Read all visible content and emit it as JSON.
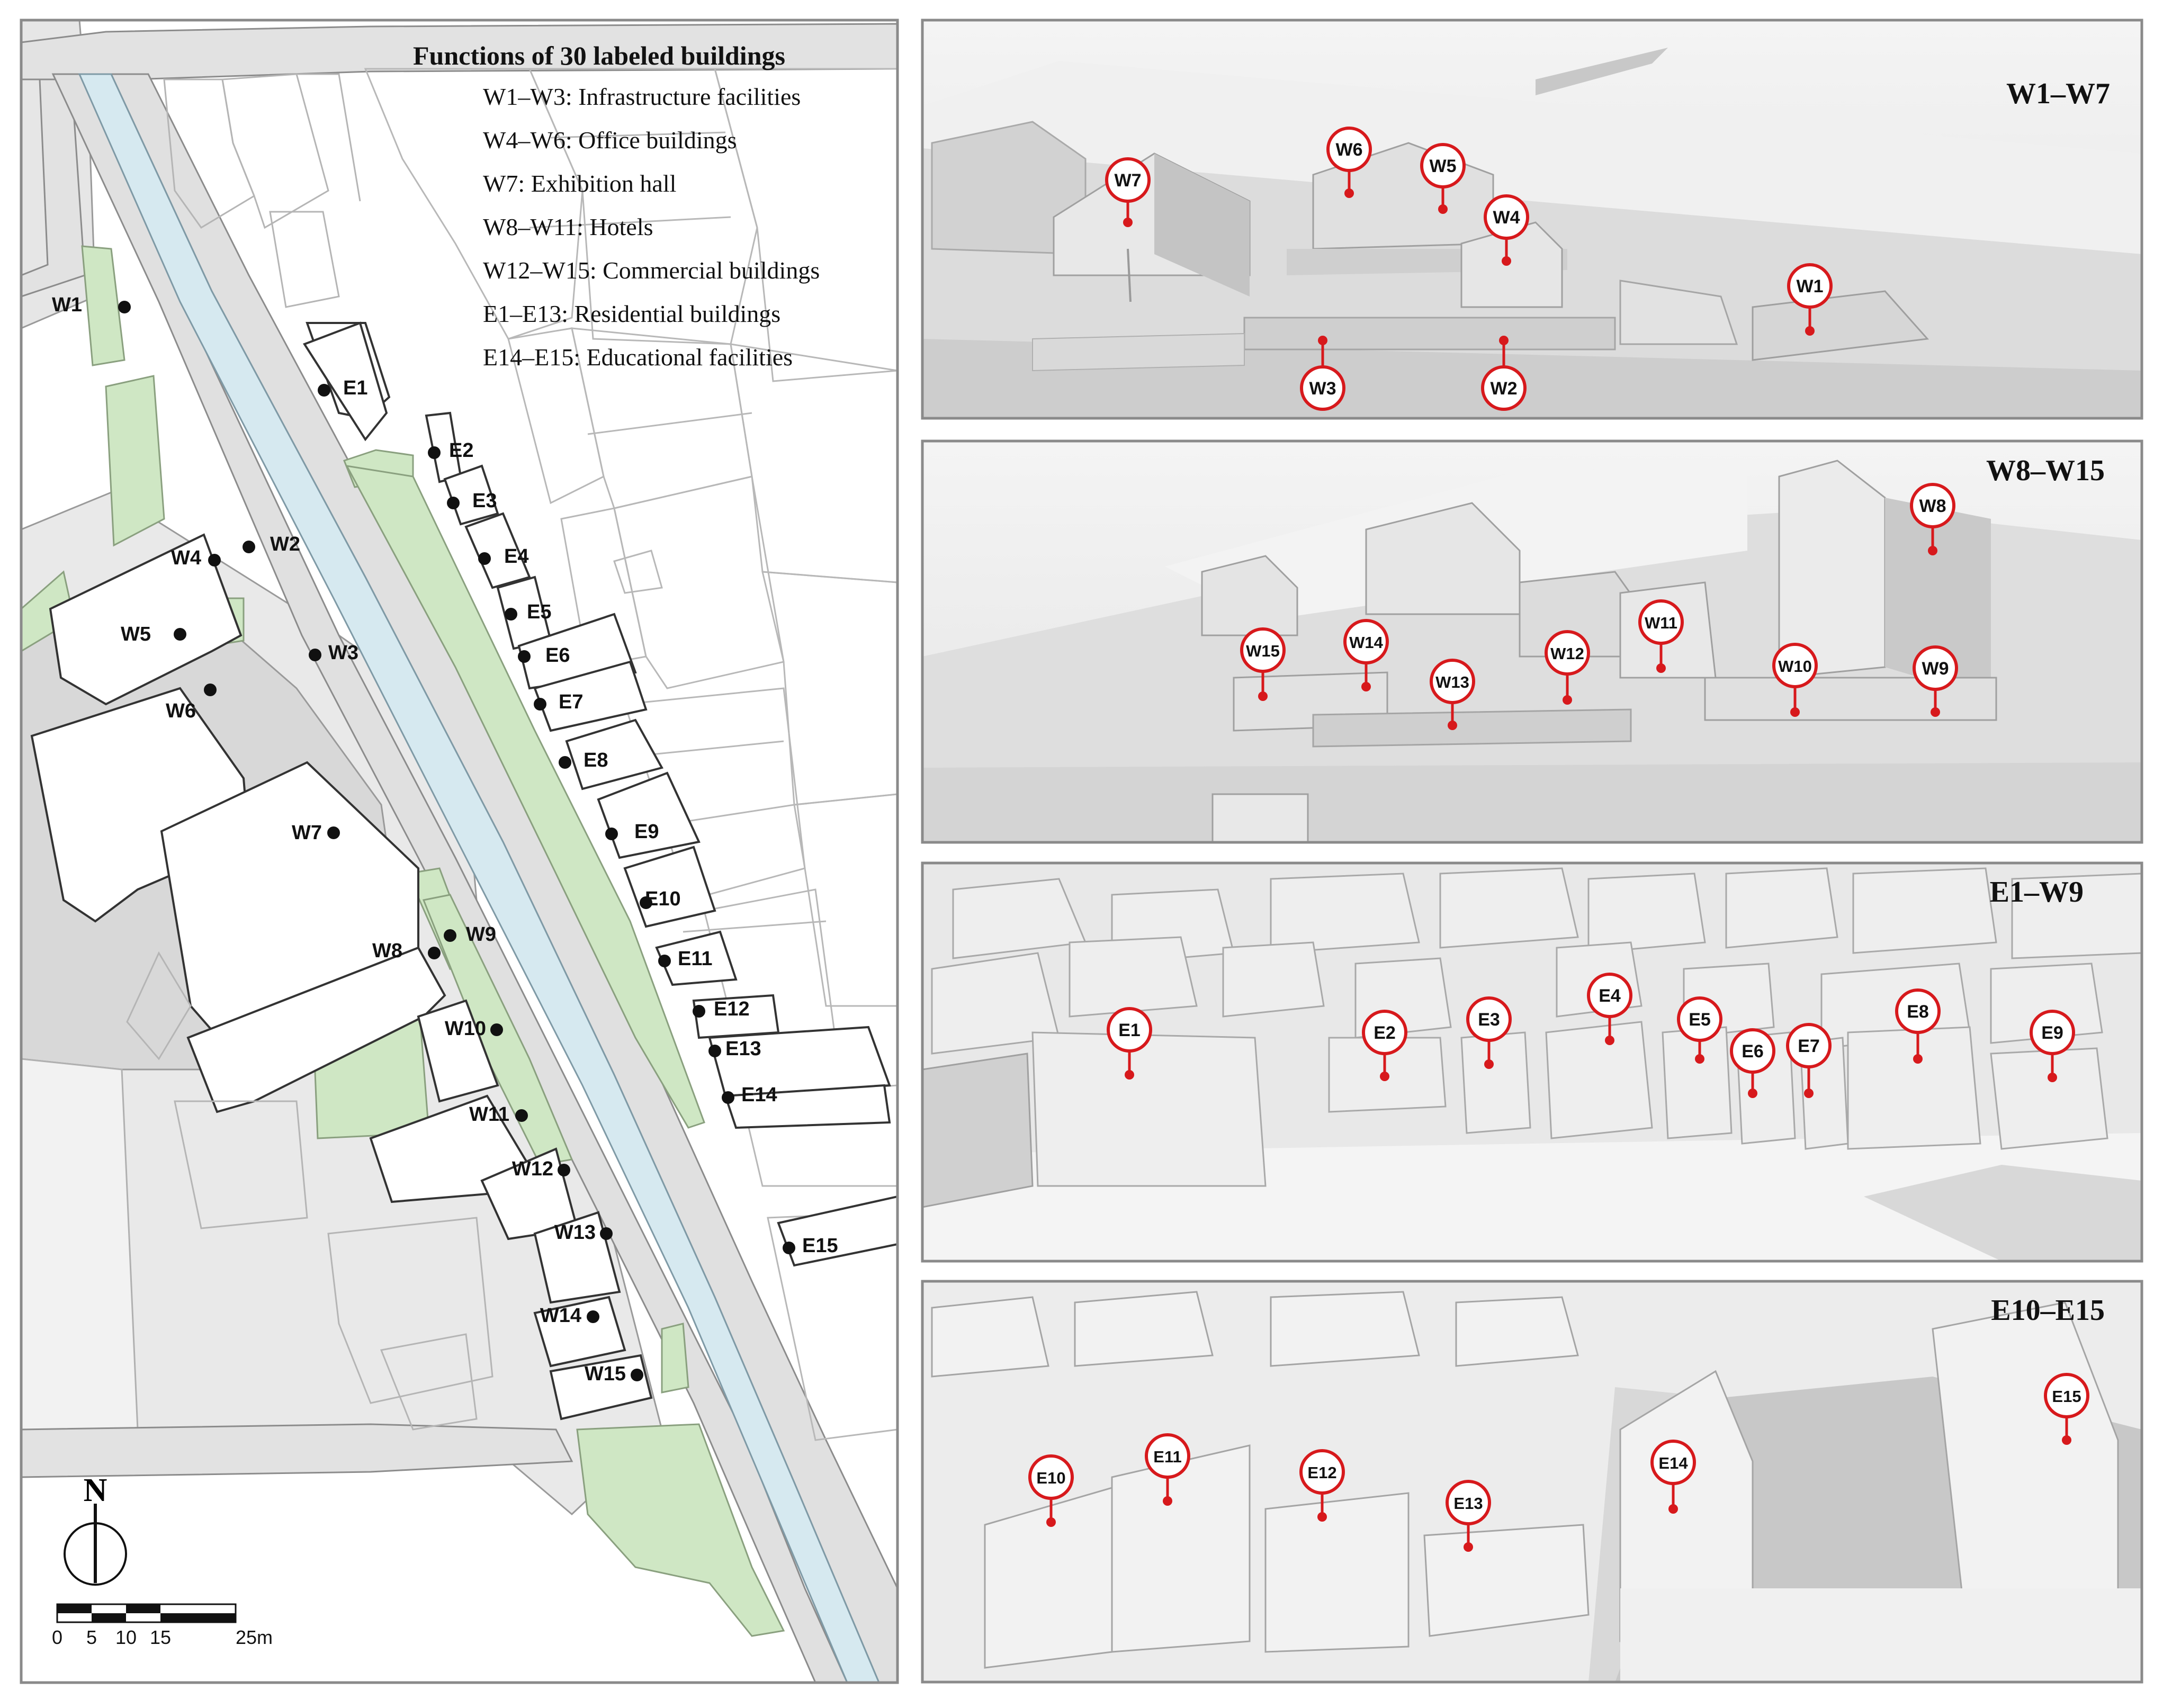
{
  "map": {
    "legend": {
      "title": "Functions of 30 labeled buildings",
      "items": [
        "W1–W3: Infrastructure facilities",
        "W4–W6: Office buildings",
        "W7: Exhibition hall",
        "W8–W11: Hotels",
        "W12–W15: Commercial buildings",
        "E1–E13: Residential buildings",
        "E14–E15: Educational facilities"
      ]
    },
    "north": "N",
    "scale": {
      "ticks": [
        "0",
        "5",
        "10",
        "15",
        "25m"
      ]
    },
    "buildings": [
      {
        "label": "W1"
      },
      {
        "label": "W2"
      },
      {
        "label": "W3"
      },
      {
        "label": "W4"
      },
      {
        "label": "W5"
      },
      {
        "label": "W6"
      },
      {
        "label": "W7"
      },
      {
        "label": "W8"
      },
      {
        "label": "W9"
      },
      {
        "label": "W10"
      },
      {
        "label": "W11"
      },
      {
        "label": "W12"
      },
      {
        "label": "W13"
      },
      {
        "label": "W14"
      },
      {
        "label": "W15"
      },
      {
        "label": "E1"
      },
      {
        "label": "E2"
      },
      {
        "label": "E3"
      },
      {
        "label": "E4"
      },
      {
        "label": "E5"
      },
      {
        "label": "E6"
      },
      {
        "label": "E7"
      },
      {
        "label": "E8"
      },
      {
        "label": "E9"
      },
      {
        "label": "E10"
      },
      {
        "label": "E11"
      },
      {
        "label": "E12"
      },
      {
        "label": "E13"
      },
      {
        "label": "E14"
      },
      {
        "label": "E15"
      }
    ]
  },
  "panels": [
    {
      "title": "W1–W7",
      "markers": [
        "W7",
        "W6",
        "W5",
        "W4",
        "W1",
        "W3",
        "W2"
      ]
    },
    {
      "title": "W8–W15",
      "markers": [
        "W8",
        "W11",
        "W15",
        "W14",
        "W12",
        "W13",
        "W10",
        "W9"
      ]
    },
    {
      "title": "E1–W9",
      "markers": [
        "E1",
        "E2",
        "E3",
        "E4",
        "E5",
        "E6",
        "E7",
        "E8",
        "E9"
      ]
    },
    {
      "title": "E10–E15",
      "markers": [
        "E10",
        "E11",
        "E12",
        "E13",
        "E14",
        "E15"
      ]
    }
  ],
  "colors": {
    "water": "#d6e9f0",
    "green": "#cfe7c4",
    "road": "#e6e6e6",
    "marker": "#d7191c"
  }
}
